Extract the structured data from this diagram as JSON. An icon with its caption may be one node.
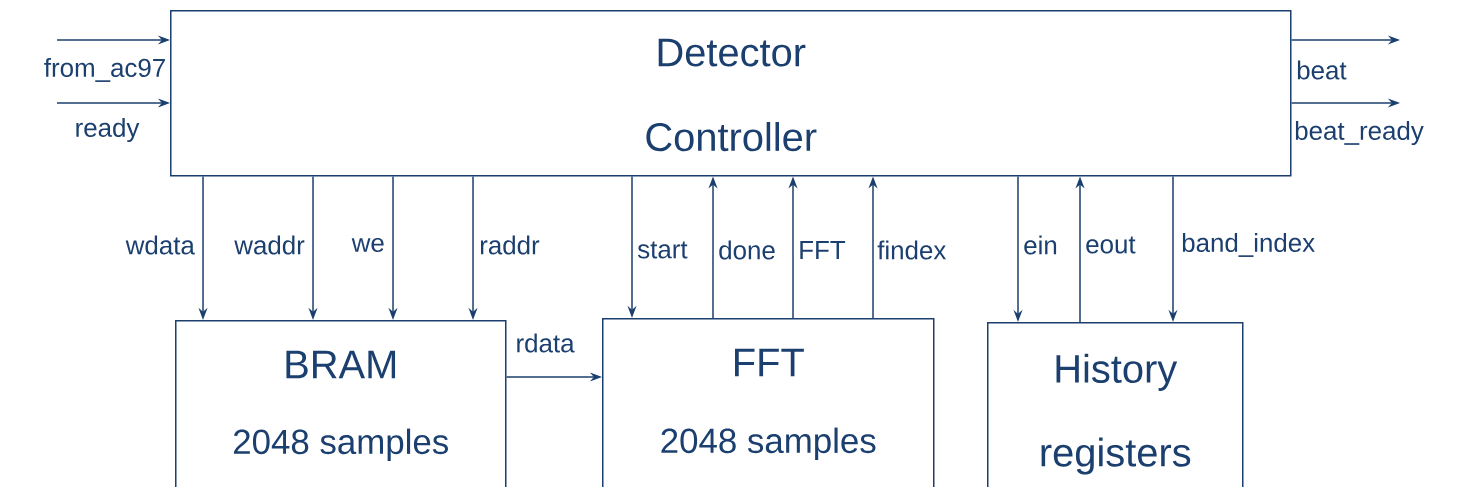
{
  "diagram": {
    "nodes": [
      {
        "text": [
          "Detector Controller"
        ]
      },
      {
        "text": [
          "BRAM",
          "2048 samples"
        ]
      },
      {
        "text": [
          "FFT",
          "2048 samples"
        ]
      },
      {
        "text": [
          "History registers"
        ]
      }
    ],
    "edges": [
      {
        "from": null,
        "to": 0,
        "arrow": "to",
        "label": "from_ac97"
      },
      {
        "from": null,
        "to": 0,
        "arrow": "to",
        "label": "ready"
      },
      {
        "from": 0,
        "to": null,
        "arrow": "to",
        "label": "beat"
      },
      {
        "from": 0,
        "to": null,
        "arrow": "to",
        "label": "beat_ready"
      },
      {
        "from": 0,
        "to": 1,
        "arrow": "to",
        "label": "wdata"
      },
      {
        "from": 0,
        "to": 1,
        "arrow": "to",
        "label": "waddr"
      },
      {
        "from": 0,
        "to": 1,
        "arrow": "to",
        "label": "we"
      },
      {
        "from": 0,
        "to": 1,
        "arrow": "to",
        "label": "raddr"
      },
      {
        "from": 1,
        "to": 2,
        "arrow": "to",
        "label": "rdata"
      },
      {
        "from": 0,
        "to": 2,
        "arrow": "to",
        "label": "start"
      },
      {
        "from": 2,
        "to": 0,
        "arrow": "to",
        "label": "done"
      },
      {
        "from": 2,
        "to": 0,
        "arrow": "to",
        "label": "FFT"
      },
      {
        "from": 2,
        "to": 0,
        "arrow": "to",
        "label": "findex"
      },
      {
        "from": 0,
        "to": 3,
        "arrow": "to",
        "label": "ein"
      },
      {
        "from": 3,
        "to": 0,
        "arrow": "to",
        "label": "eout"
      },
      {
        "from": 0,
        "to": 3,
        "arrow": "to",
        "label": "band_index"
      }
    ]
  }
}
